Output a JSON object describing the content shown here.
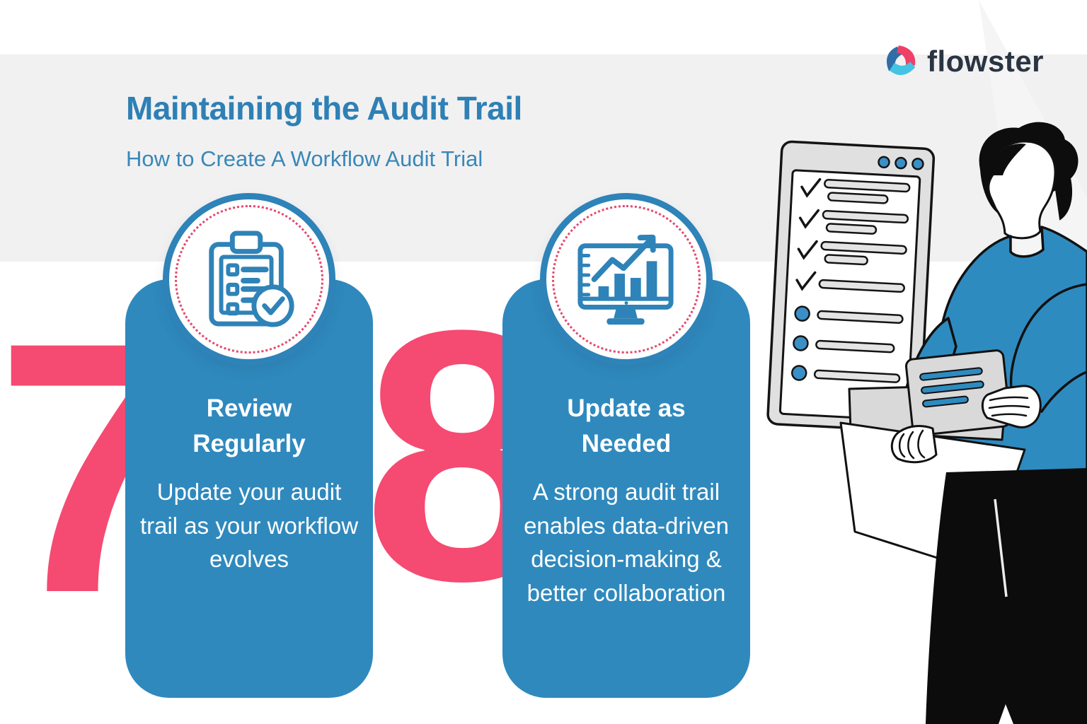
{
  "header": {
    "title": "Maintaining the Audit Trail",
    "subtitle": "How to Create A Workflow Audit Trial"
  },
  "logo": {
    "brand": "flowster",
    "icon": "flowster-pinwheel-icon"
  },
  "steps": [
    {
      "number": "7",
      "icon": "clipboard-checklist-icon",
      "heading": "Review Regularly",
      "body": "Update your audit trail as your workflow evolves"
    },
    {
      "number": "8",
      "icon": "bar-chart-monitor-icon",
      "heading": "Update as Needed",
      "body": "A strong audit trail enables data-driven decision-making & better collaboration"
    }
  ],
  "illustration": {
    "name": "person-reviewing-checklist-illustration",
    "description": "Person in blue sweater holding a note card and folder beside a large checklist window"
  },
  "colors": {
    "card_blue": "#2f89bd",
    "number_pink": "#f54a71",
    "title_blue": "#2e80b5",
    "logo_navy": "#2a3442",
    "band_gray": "#f1f1f2",
    "arrow_gray": "#f5f5f6",
    "dotted_ring_pink": "#e4476e",
    "icon_blue": "#2e83b8"
  }
}
